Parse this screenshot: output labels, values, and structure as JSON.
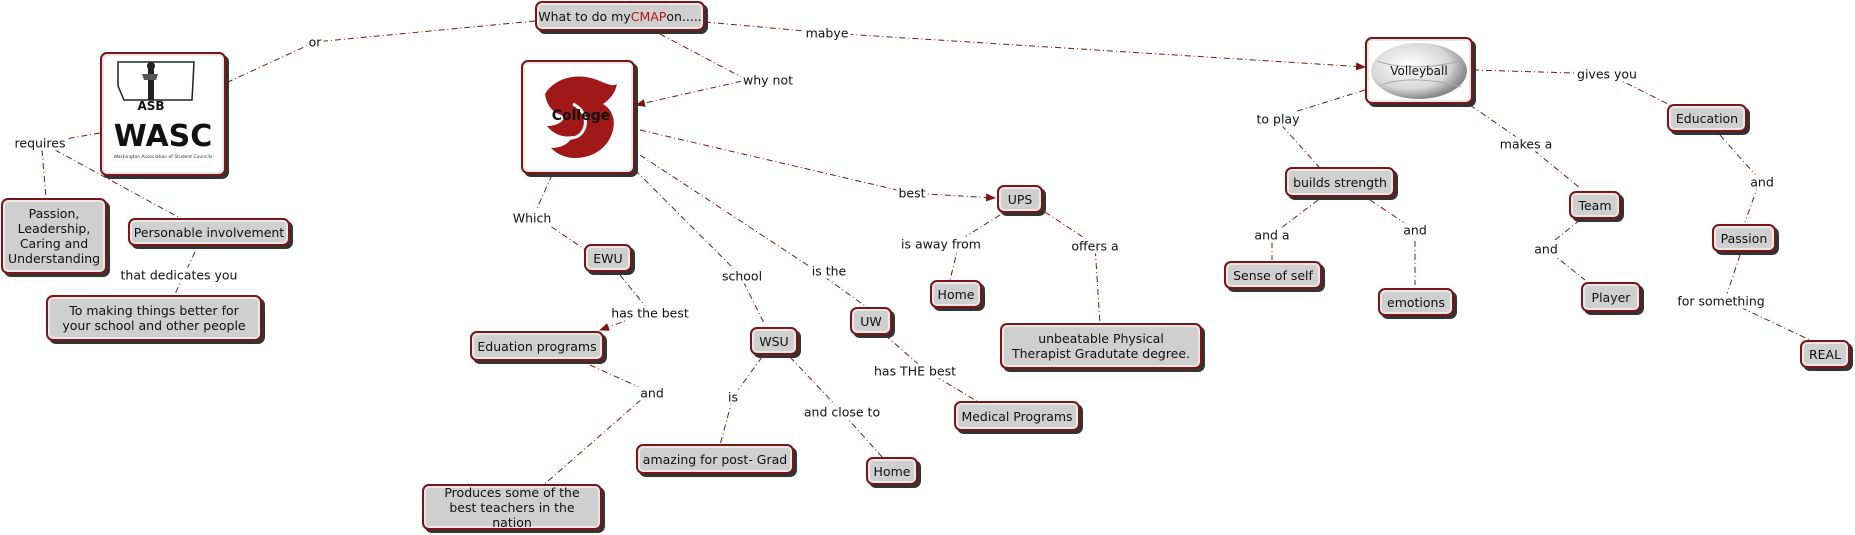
{
  "colors": {
    "node_border": "#7a1616",
    "node_fill": "#cfcfcf",
    "link": "#7a1616",
    "shadow": "#333333"
  },
  "nodes": {
    "root": {
      "prefix": "What to do my ",
      "highlight": "CMAP",
      "suffix": " on....."
    },
    "wasc": {
      "asb": "ASB",
      "wasc": "WASC",
      "tagline": "Washington Association of Student Councils"
    },
    "college": "College",
    "volleyball": "Volleyball",
    "passion_leadership": "Passion, Leadership, Caring and Understanding",
    "personable": "Personable involvement",
    "making_better": "To making things better for your school and other people",
    "ewu": "EWU",
    "eduation": "Eduation programs",
    "produces": "Produces some of the best teachers in the nation",
    "wsu": "WSU",
    "amazing": "amazing for post- Grad",
    "home_wsu": "Home",
    "uw": "UW",
    "medical": "Medical Programs",
    "ups": "UPS",
    "home_ups": "Home",
    "unbeatable": "unbeatable Physical Therapist Gradutate degree.",
    "builds_strength": "builds strength",
    "sense_of_self": "Sense of self",
    "emotions": "emotions",
    "team": "Team",
    "player": "Player",
    "education": "Education",
    "passion": "Passion",
    "real": "REAL"
  },
  "links": {
    "or": "or",
    "why_not": "why not",
    "mabye": "mabye",
    "requires": "requires",
    "that_dedicates_you": "that dedicates you",
    "which": "Which",
    "school": "school",
    "is_the": "is the",
    "best": "best",
    "has_the_best": "has the best",
    "and_edu": "and",
    "is": "is",
    "and_close_to": "and close to",
    "has_the_best_uw": "has THE best",
    "is_away_from": "is away from",
    "offers_a": "offers a",
    "to_play": "to play",
    "makes_a": "makes a",
    "gives_you": "gives you",
    "and_a": "and a",
    "and_emotions": "and",
    "and_player": "and",
    "and_passion": "and",
    "for_something": "for something"
  }
}
